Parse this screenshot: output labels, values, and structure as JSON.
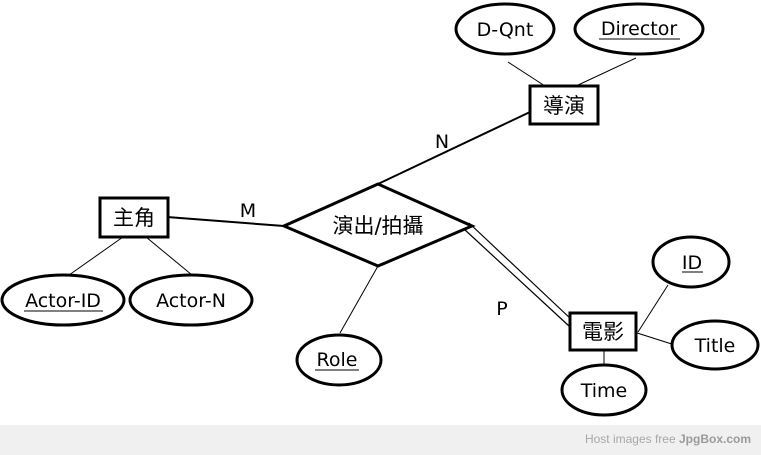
{
  "entities": {
    "director": "導演",
    "actor": "主角",
    "movie": "電影"
  },
  "relationship": "演出/拍攝",
  "attributes": {
    "d_qnt": "D-Qnt",
    "director": "Director",
    "actor_id": "Actor-ID",
    "actor_n": "Actor-N",
    "role": "Role",
    "id": "ID",
    "title": "Title",
    "time": "Time"
  },
  "cardinalities": {
    "n": "N",
    "m": "M",
    "p": "P"
  },
  "footer": {
    "prefix": "Host images free",
    "brand": "JpgBox.com"
  },
  "colors": {
    "stroke": "#000000",
    "background": "#ffffff",
    "footer_bg": "#f0f0f0",
    "footer_text": "#a8a8a8"
  }
}
